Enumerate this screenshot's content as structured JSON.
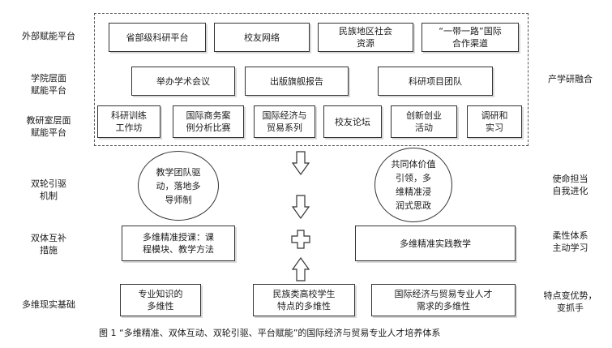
{
  "left_labels": {
    "external": "外部赋能平台",
    "college": "学院层面\n赋能平台",
    "office": "教研室层面\n赋能平台",
    "dual_wheel": "双轮引驱\n机制",
    "dual_body": "双体互补\n措施",
    "reality": "多维现实基础"
  },
  "right_labels": {
    "integration": "产学研融合",
    "mission": "使命担当\n自我进化",
    "flexible": "柔性体系\n主动学习",
    "features": "特点变优势，\n变抓手"
  },
  "external_platform": {
    "items": [
      "省部级科研平台",
      "校友网络",
      "民族地区社会\n资源",
      "“一带一路”国际\n合作渠道"
    ]
  },
  "college_platform": {
    "items": [
      "举办学术会议",
      "出版旗舰报告",
      "科研项目团队"
    ]
  },
  "office_platform": {
    "items": [
      "科研训练\n工作坊",
      "国际商务案\n例分析比赛",
      "国际经济与\n贸易系列",
      "校友论坛",
      "创新创业\n活动",
      "调研和\n实习"
    ]
  },
  "dual_wheel": {
    "left": "教学团队驱\n动，落地多\n导师制",
    "right": "共同体价值\n引领，多\n维精准浸\n润式思政"
  },
  "dual_body": {
    "left": "多维精准授课：课\n程模块、教学方法",
    "right": "多维精准实践教学"
  },
  "reality": {
    "items": [
      "专业知识的\n多维性",
      "民族类高校学生\n特点的多维性",
      "国际经济与贸易专业人才\n需求的多维性"
    ]
  },
  "caption": "图 1  “多维精准、双体互动、双轮引驱、平台赋能”的国际经济与贸易专业人才培养体系"
}
